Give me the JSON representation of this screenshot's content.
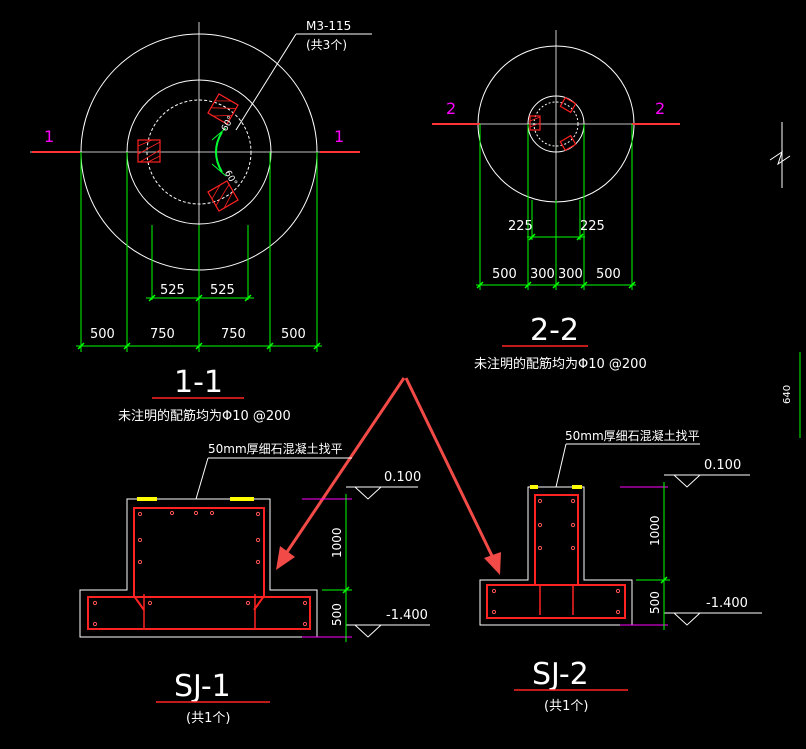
{
  "colors": {
    "background": "#000000",
    "outline": "#ffffff",
    "dimension": "#00ff00",
    "rebar": "#ff0000",
    "section_marker": "#ff3333",
    "annotation_arrow": "#f24b47",
    "section_label": "#ff00ff",
    "pink_rebar": "#ff55aa",
    "yellow_leveling": "#ffff00",
    "green_arc": "#00ff33"
  },
  "plan_1": {
    "embed_label": "M3-115",
    "embed_count": "(共3个)",
    "angle_label_a": "60°",
    "angle_label_b": "60°",
    "section_mark_left": "1",
    "section_mark_right": "1",
    "dims_inner": [
      "525",
      "525"
    ],
    "dims_outer": [
      "500",
      "750",
      "750",
      "500"
    ],
    "title": "1-1",
    "note": "未注明的配筋均为Φ10 @200"
  },
  "plan_2": {
    "section_mark_left": "2",
    "section_mark_right": "2",
    "dims_inner": [
      "225",
      "225"
    ],
    "dims_outer": [
      "500",
      "300",
      "300",
      "500"
    ],
    "title": "2-2",
    "note": "未注明的配筋均为Φ10 @200"
  },
  "elev_1": {
    "leveling_note": "50mm厚细石混凝土找平",
    "top_elevation": "0.100",
    "bottom_elevation": "-1.400",
    "dim_upper": "1000",
    "dim_lower": "500",
    "title": "SJ-1",
    "count": "(共1个)"
  },
  "elev_2": {
    "leveling_note": "50mm厚细石混凝土找平",
    "top_elevation": "0.100",
    "bottom_elevation": "-1.400",
    "dim_upper": "1000",
    "dim_lower": "500",
    "title": "SJ-2",
    "count": "(共1个)"
  },
  "side_dim": "640"
}
